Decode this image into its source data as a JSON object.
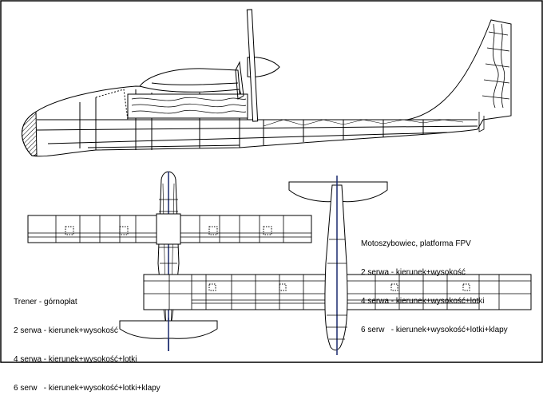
{
  "trainer_note": {
    "title": "Trener - górnopłat",
    "lines": [
      "2 serwa - kierunek+wysokość",
      "4 serwa - kierunek+wysokość+lotki",
      "6 serw   - kierunek+wysokość+lotki+klapy"
    ]
  },
  "fpv_note": {
    "title": "Motoszybowiec, platforma FPV",
    "lines": [
      "2 serwa - kierunek+wysokość",
      "4 serwa - kierunek+wysokość+lotki",
      "6 serw   - kierunek+wysokość+lotki+klapy"
    ]
  },
  "colors": {
    "line": "#000000",
    "frame": "#000000",
    "spar": "#1a2a6e"
  }
}
